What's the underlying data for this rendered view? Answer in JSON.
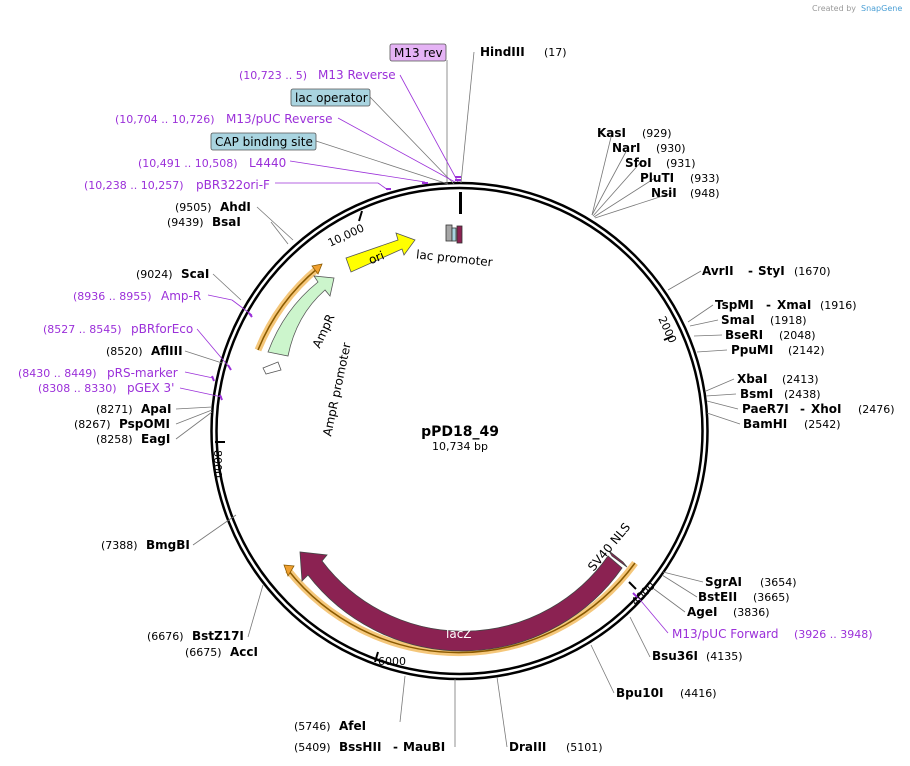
{
  "credit": {
    "prefix": "Created by",
    "brand": "SnapGene"
  },
  "plasmid": {
    "name": "pPD18_49",
    "length": "10,734 bp"
  },
  "tick_labels": [
    "10,000",
    "2000",
    "4000",
    "6000",
    "8000"
  ],
  "features": {
    "ori": "ori",
    "ampr": "AmpR",
    "ampr_promoter": "AmpR promoter",
    "lac_promoter": "lac promoter",
    "lacz": "lacZ",
    "sv40_nls": "SV40 NLS"
  },
  "boxed_labels": {
    "m13_rev": "M13 rev",
    "lac_operator": "lac operator",
    "cap_binding_site": "CAP binding site"
  },
  "primers": [
    {
      "range": "(10,723 .. 5)",
      "name": "M13 Reverse"
    },
    {
      "range": "(10,704 .. 10,726)",
      "name": "M13/pUC Reverse"
    },
    {
      "range": "(10,491 .. 10,508)",
      "name": "L4440"
    },
    {
      "range": "(10,238 .. 10,257)",
      "name": "pBR322ori-F"
    },
    {
      "range": "(8936 .. 8955)",
      "name": "Amp-R"
    },
    {
      "range": "(8527 .. 8545)",
      "name": "pBRforEco"
    },
    {
      "range": "(8430 .. 8449)",
      "name": "pRS-marker"
    },
    {
      "range": "(8308 .. 8330)",
      "name": "pGEX 3'"
    },
    {
      "range": "(3926 .. 3948)",
      "name": "M13/pUC Forward"
    }
  ],
  "sites": [
    {
      "name": "HindIII",
      "pos": "(17)"
    },
    {
      "name": "KasI",
      "pos": "(929)"
    },
    {
      "name": "NarI",
      "pos": "(930)"
    },
    {
      "name": "SfoI",
      "pos": "(931)"
    },
    {
      "name": "PluTI",
      "pos": "(933)"
    },
    {
      "name": "NsiI",
      "pos": "(948)"
    },
    {
      "name": "AvrII",
      "name2": "StyI",
      "pos": "(1670)"
    },
    {
      "name": "TspMI",
      "name2": "XmaI",
      "pos": "(1916)"
    },
    {
      "name": "SmaI",
      "pos": "(1918)"
    },
    {
      "name": "BseRI",
      "pos": "(2048)"
    },
    {
      "name": "PpuMI",
      "pos": "(2142)"
    },
    {
      "name": "XbaI",
      "pos": "(2413)"
    },
    {
      "name": "BsmI",
      "pos": "(2438)"
    },
    {
      "name": "PaeR7I",
      "name2": "XhoI",
      "pos": "(2476)"
    },
    {
      "name": "BamHI",
      "pos": "(2542)"
    },
    {
      "name": "SgrAI",
      "pos": "(3654)"
    },
    {
      "name": "BstEII",
      "pos": "(3665)"
    },
    {
      "name": "AgeI",
      "pos": "(3836)"
    },
    {
      "name": "Bsu36I",
      "pos": "(4135)"
    },
    {
      "name": "Bpu10I",
      "pos": "(4416)"
    },
    {
      "name": "DraIII",
      "pos": "(5101)"
    },
    {
      "name": "BssHII",
      "name2": "MauBI",
      "pos": "(5409)"
    },
    {
      "name": "AfeI",
      "pos": "(5746)"
    },
    {
      "name": "BstZ17I",
      "pos": "(6676)"
    },
    {
      "name": "AccI",
      "pos": "(6675)"
    },
    {
      "name": "BmgBI",
      "pos": "(7388)"
    },
    {
      "name": "EagI",
      "pos": "(8258)"
    },
    {
      "name": "PspOMI",
      "pos": "(8267)"
    },
    {
      "name": "ApaI",
      "pos": "(8271)"
    },
    {
      "name": "AflIII",
      "pos": "(8520)"
    },
    {
      "name": "ScaI",
      "pos": "(9024)"
    },
    {
      "name": "BsaI",
      "pos": "(9439)"
    },
    {
      "name": "AhdI",
      "pos": "(9505)"
    }
  ],
  "colors": {
    "primer": "#9b30d9",
    "lacz": "#8b2252",
    "ori": "#ffff00",
    "ampr": "#ccf5cc",
    "box_blue": "#a9d4e0",
    "box_purple": "#e5b3f5",
    "orf_orange": "#f0a030"
  }
}
